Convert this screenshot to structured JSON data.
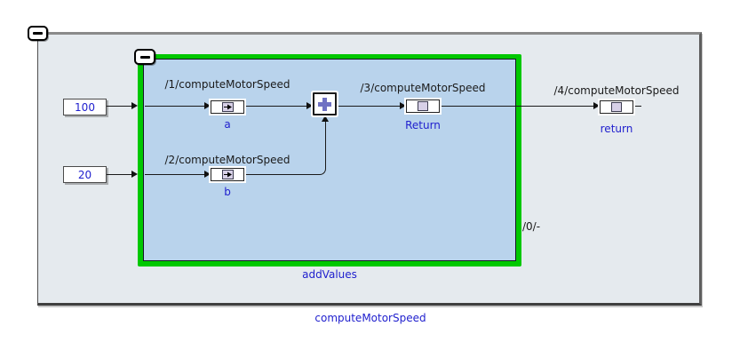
{
  "canvas": {
    "function_label": "computeMotorSpeed",
    "subsystem_label": "addValues",
    "subsystem_block_id": "/0/-"
  },
  "constants": [
    {
      "value": "100"
    },
    {
      "value": "20"
    }
  ],
  "ports": [
    {
      "path": "/1/computeMotorSpeed",
      "label": "a",
      "kind": "inport"
    },
    {
      "path": "/2/computeMotorSpeed",
      "label": "b",
      "kind": "inport"
    },
    {
      "path": "/3/computeMotorSpeed",
      "label": "Return",
      "kind": "outport"
    },
    {
      "path": "/4/computeMotorSpeed",
      "label": "return",
      "kind": "outport"
    }
  ],
  "operator": {
    "symbol": "+",
    "type": "sum"
  },
  "icons": {
    "collapse": "minus-icon",
    "inport_glyph": "right-arrow-icon"
  },
  "colors": {
    "subsystem_border": "#00c800",
    "subsystem_fill": "#b9d3ec",
    "frame_fill": "#e5eaee",
    "label_blue": "#2121ce",
    "operator_plus": "#6f71c3",
    "wire": "#1a1a1a"
  }
}
